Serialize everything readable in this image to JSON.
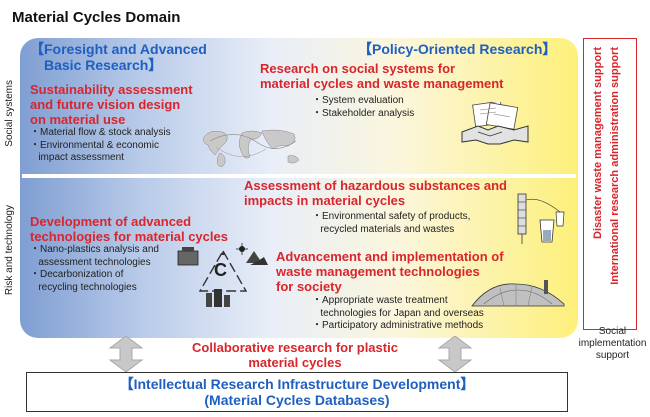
{
  "title": "Material Cycles Domain",
  "row_labels": {
    "top": "Social systems",
    "bottom": "Risk and technology"
  },
  "foresight": {
    "line1": "【Foresight and Advanced",
    "line2": "Basic Research】"
  },
  "policy": {
    "label": "【Policy-Oriented Research】"
  },
  "sustainability": {
    "heading": [
      "Sustainability assessment",
      "and future vision design",
      "on material use"
    ],
    "bullets": [
      "・Material flow & stock analysis",
      "・Environmental & economic",
      "   impact assessment"
    ]
  },
  "social_research": {
    "heading": [
      "Research on social systems for",
      "material cycles and waste management"
    ],
    "bullets": [
      "・System evaluation",
      "・Stakeholder analysis"
    ]
  },
  "hazardous": {
    "heading": [
      "Assessment of hazardous substances and",
      "impacts in material cycles"
    ],
    "bullets": [
      "・Environmental safety of products,",
      "   recycled materials and wastes"
    ]
  },
  "development": {
    "heading": [
      "Development of advanced",
      "technologies for material cycles"
    ],
    "bullets": [
      "・Nano-plastics analysis and",
      "   assessment technologies",
      "・Decarbonization of",
      "   recycling technologies"
    ]
  },
  "waste_mgmt": {
    "heading": [
      "Advancement and implementation of",
      "waste management technologies",
      "for society"
    ],
    "bullets": [
      "・Appropriate waste treatment",
      "   technologies for Japan and overseas",
      "・Participatory administrative methods"
    ]
  },
  "collaborative": {
    "line1": "Collaborative research for plastic",
    "line2": "material cycles"
  },
  "side_support": {
    "line1": "Disaster waste management support",
    "line2": "International research administration support",
    "caption": [
      "Social",
      "implementation",
      "support"
    ]
  },
  "infrastructure": {
    "line1": "【Intellectual Research Infrastructure Development】",
    "line2": "(Material Cycles Databases)"
  },
  "recycle_symbol": "C",
  "colors": {
    "accent_red": "#d8262c",
    "accent_blue": "#1f5fbf"
  }
}
